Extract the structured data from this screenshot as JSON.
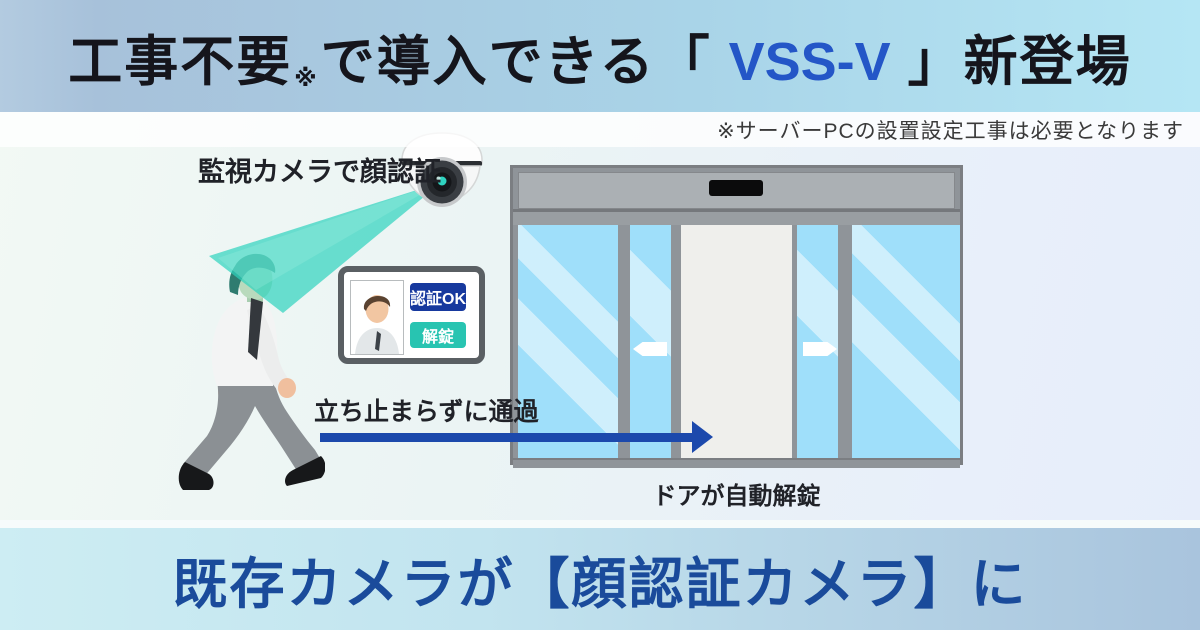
{
  "banner": {
    "title_pre": "工事不要",
    "title_note": "※",
    "title_mid": "で導入できる「 ",
    "product": "VSS-V",
    "title_post": " 」新登場"
  },
  "disclaimer": {
    "text": "※サーバーPCの設置設定工事は必要となります"
  },
  "diagram": {
    "camera_label": "監視カメラで顔認証",
    "pass_label": "立ち止まらずに通過",
    "door_label": "ドアが自動解錠",
    "monitor": {
      "auth": "認証OK",
      "unlock": "解錠"
    }
  },
  "footer": {
    "text": "既存カメラが【顔認証カメラ】に"
  },
  "colors": {
    "banner_gradient_left": "#a7c1da",
    "banner_gradient_right": "#b5e6f4",
    "banner_text": "#15151c",
    "product_blue": "#2456c7",
    "disclaimer_text": "#3a3a3a",
    "beam_teal": "#2ed3be",
    "auth_box_blue": "#17399e",
    "unlock_box_teal": "#28c4b1",
    "arrow_blue": "#1c49ac",
    "door_frame_gray": "#8f9499",
    "door_glass_blue": "#9fdffa",
    "footer_text_navy": "#1a4b9b"
  }
}
